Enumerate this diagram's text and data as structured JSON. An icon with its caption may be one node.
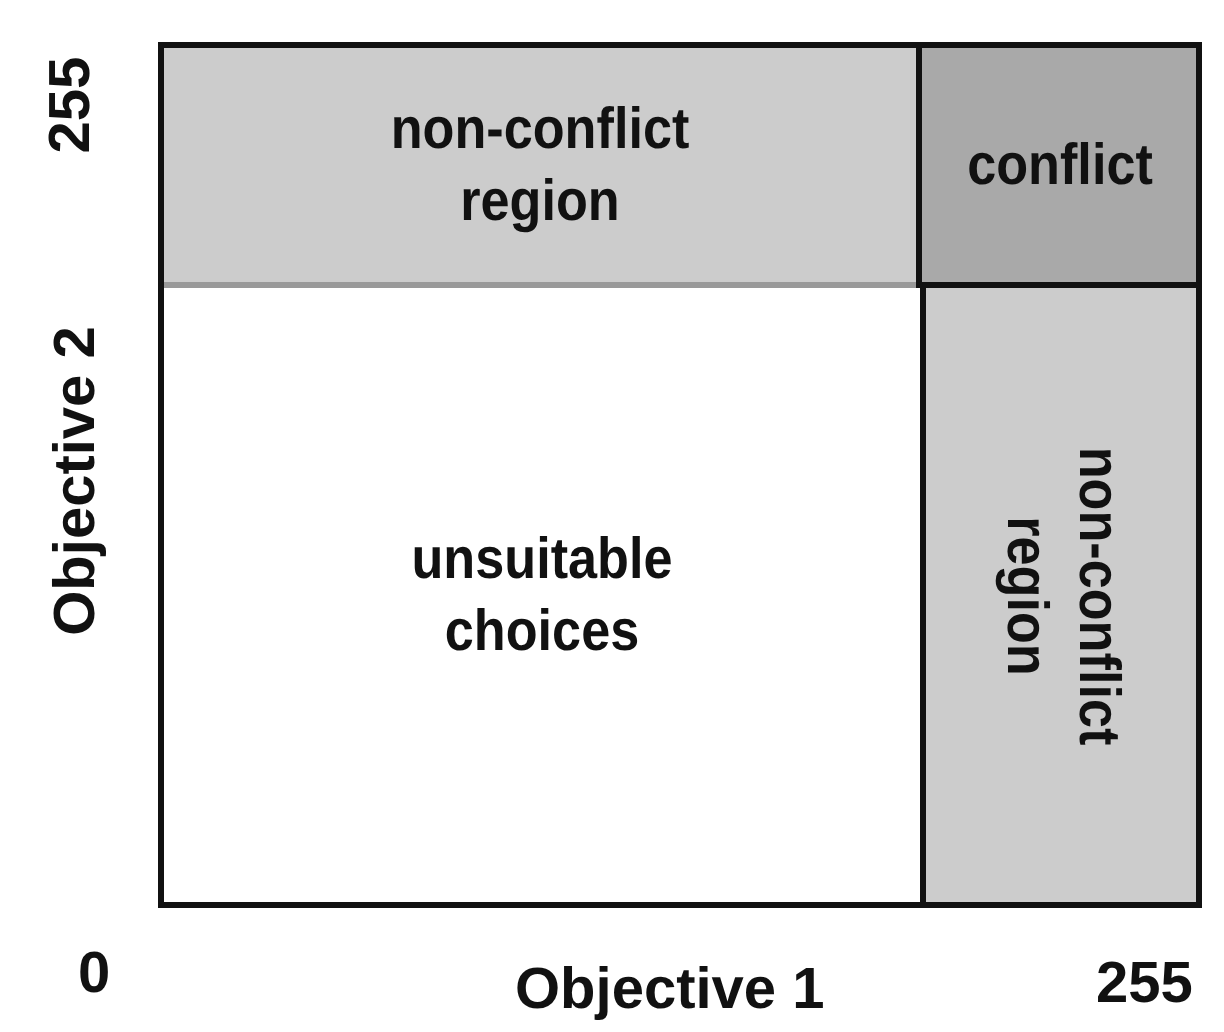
{
  "diagram": {
    "nodes": [
      {
        "text": [
          "non-conflict region"
        ]
      },
      {
        "text": [
          "conflict"
        ]
      },
      {
        "text": [
          "unsuitable choices"
        ]
      },
      {
        "text": [
          "non-conflict region"
        ]
      }
    ],
    "labels": [
      "255",
      "Objective 2",
      "0",
      "Objective 1",
      "255"
    ]
  }
}
